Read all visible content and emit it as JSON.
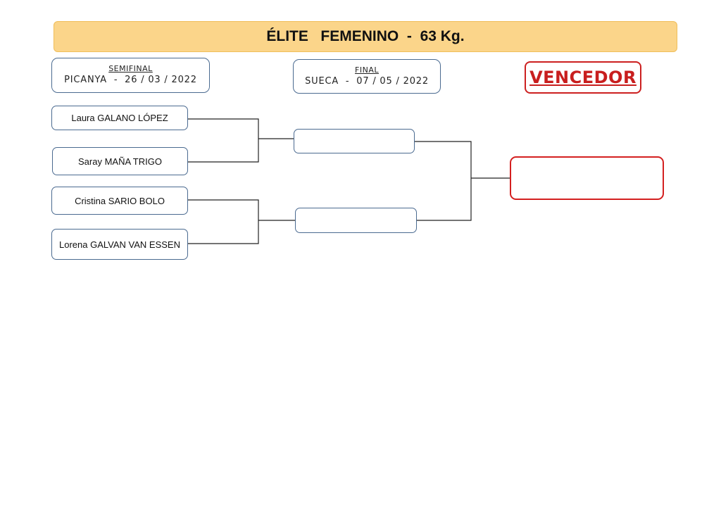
{
  "title": "ÉLITE   FEMENINO  -  63 Kg.",
  "rounds": {
    "semifinal": {
      "name": "SEMIFINAL",
      "info": "PICANYA  -  26 / 03 / 2022"
    },
    "final": {
      "name": "FINAL",
      "info": "SUECA  -  07 / 05 / 2022"
    }
  },
  "winner_label": "VENCEDOR",
  "competitors": [
    {
      "name": "Laura GALANO LÓPEZ"
    },
    {
      "name": "Saray MAÑA TRIGO"
    },
    {
      "name": "Cristina SARIO BOLO"
    },
    {
      "name": "Lorena GALVAN VAN ESSEN"
    }
  ],
  "final_slots": [
    {
      "name": ""
    },
    {
      "name": ""
    }
  ],
  "winner": {
    "name": ""
  },
  "colors": {
    "title_bg": "#fbd58a",
    "box_border": "#4a6a90",
    "winner_red": "#cc2020"
  }
}
